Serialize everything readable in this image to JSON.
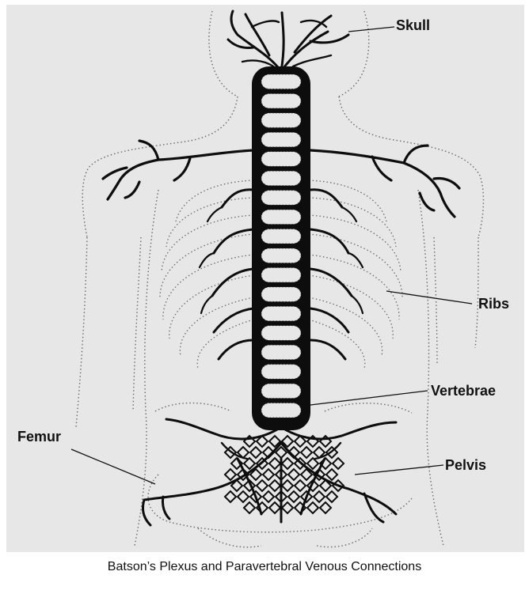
{
  "labels": {
    "skull": "Skull",
    "ribs": "Ribs",
    "vertebrae": "Vertebrae",
    "femur": "Femur",
    "pelvis": "Pelvis"
  },
  "caption": "Batson’s Plexus and Paravertebral Venous Connections",
  "colors": {
    "background": "#e7e7e7",
    "ink": "#0d0d0d",
    "outline": "#666666"
  }
}
